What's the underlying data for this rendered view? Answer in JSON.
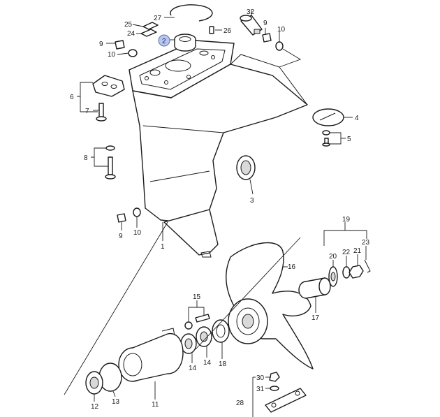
{
  "callouts": [
    {
      "id": "p1",
      "text": "1"
    },
    {
      "id": "p2",
      "text": "2",
      "highlighted": true
    },
    {
      "id": "p3",
      "text": "3"
    },
    {
      "id": "p4",
      "text": "4"
    },
    {
      "id": "p5",
      "text": "5"
    },
    {
      "id": "p6",
      "text": "6"
    },
    {
      "id": "p7",
      "text": "7"
    },
    {
      "id": "p8",
      "text": "8"
    },
    {
      "id": "p9a",
      "text": "9"
    },
    {
      "id": "p9b",
      "text": "9"
    },
    {
      "id": "p9c",
      "text": "9"
    },
    {
      "id": "p10a",
      "text": "10"
    },
    {
      "id": "p10b",
      "text": "10"
    },
    {
      "id": "p10c",
      "text": "10"
    },
    {
      "id": "p11",
      "text": "11"
    },
    {
      "id": "p12",
      "text": "12"
    },
    {
      "id": "p13",
      "text": "13"
    },
    {
      "id": "p14a",
      "text": "14"
    },
    {
      "id": "p14b",
      "text": "14"
    },
    {
      "id": "p15",
      "text": "15"
    },
    {
      "id": "p16",
      "text": "16"
    },
    {
      "id": "p17",
      "text": "17"
    },
    {
      "id": "p18",
      "text": "18"
    },
    {
      "id": "p19",
      "text": "19"
    },
    {
      "id": "p20",
      "text": "20"
    },
    {
      "id": "p21",
      "text": "21"
    },
    {
      "id": "p22",
      "text": "22"
    },
    {
      "id": "p23",
      "text": "23"
    },
    {
      "id": "p24",
      "text": "24"
    },
    {
      "id": "p25",
      "text": "25"
    },
    {
      "id": "p26",
      "text": "26"
    },
    {
      "id": "p27",
      "text": "27"
    },
    {
      "id": "p28",
      "text": "28"
    },
    {
      "id": "p30",
      "text": "30"
    },
    {
      "id": "p31",
      "text": "31"
    },
    {
      "id": "p32",
      "text": "32"
    }
  ],
  "colors": {
    "line": "#1a1a1a",
    "highlight_fill": "#b9c7ef",
    "highlight_stroke": "#5b6fb8"
  }
}
